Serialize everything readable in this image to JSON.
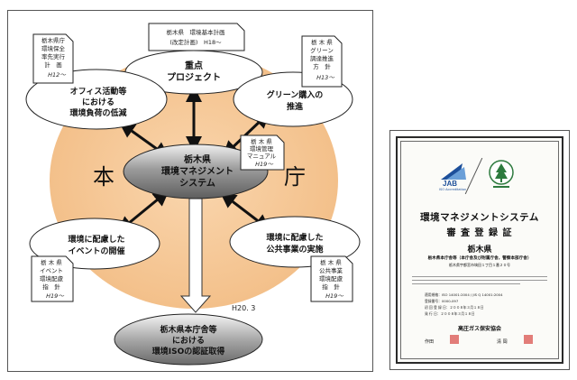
{
  "diagram": {
    "center": {
      "line1": "栃木県",
      "line2": "環境マネジメント",
      "line3": "システム"
    },
    "top_node": {
      "line1": "重点",
      "line2": "プロジェクト"
    },
    "left_upper": {
      "line1": "オフィス活動等",
      "line2": "における",
      "line3": "環境負荷の低減"
    },
    "right_upper": {
      "line1": "グリーン購入の",
      "line2": "推進"
    },
    "left_lower": {
      "line1": "環境に配慮した",
      "line2": "イベントの開催"
    },
    "right_lower": {
      "line1": "環境に配慮した",
      "line2": "公共事業の実施"
    },
    "hon": "本",
    "cho": "庁",
    "bottom_node": {
      "line1": "栃木県本庁舎等",
      "line2": "における",
      "line3": "環境ISOの認証取得"
    },
    "date_label": "H20. 3",
    "doc_top": {
      "line1": "栃木県　環境基本計画",
      "line2": "(改定計画)　H18～"
    },
    "doc_left_top": {
      "l1": "栃木県庁",
      "l2": "環境保全",
      "l3": "率先実行",
      "l4": "計　画",
      "l5": "H12～"
    },
    "doc_right_top": {
      "l1": "栃 木 県",
      "l2": "グリーン",
      "l3": "調達推進",
      "l4": "方　針",
      "l5": "H13～"
    },
    "doc_center": {
      "l1": "栃 木 県",
      "l2": "環境管理",
      "l3": "マニュアル",
      "l4": "H19～"
    },
    "doc_left_bottom": {
      "l1": "栃 木 県",
      "l2": "イベント",
      "l3": "環境配慮",
      "l4": "指　針",
      "l5": "H19～"
    },
    "doc_right_bottom": {
      "l1": "栃 木 県",
      "l2": "公共事業",
      "l3": "環境配慮",
      "l4": "指　針",
      "l5": "H19～"
    }
  },
  "certificate": {
    "jab_logo": "JAB",
    "jab_sub": "ISO Accreditation",
    "title": "環境マネジメントシステム",
    "subtitle": "審 査 登 録 証",
    "org": "栃木県",
    "scope": "栃木県本庁舎等（本庁舎及び附属庁舎，警察本部庁舎）",
    "address": "栃木県宇都宮市塙田１丁目１番２０号",
    "std_label": "適用規格：",
    "std_value": "ISO 14001:2004 / JIS Q 14001:2004",
    "reg_label": "登録番号：",
    "reg_value": "0000-097",
    "date1_label": "初 回 登 録 日：",
    "date1_value": "２００８年３月１８日",
    "date2_label": "発 行 日：",
    "date2_value": "２００８年３月１８日",
    "issuer": "高圧ガス保安協会",
    "sign_left": "作田　　",
    "sign_right": "清 岡　　"
  },
  "colors": {
    "halo": "#f6cc9e",
    "center_fill": "#9a9a9a",
    "frame": "#555555"
  }
}
